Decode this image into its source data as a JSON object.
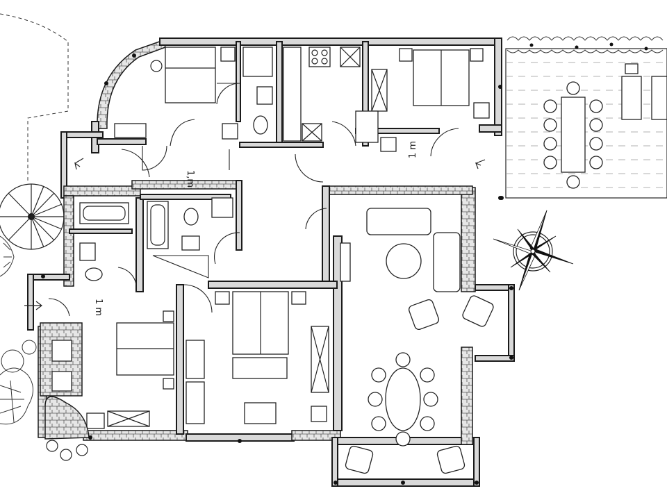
{
  "plan": {
    "labels": {
      "hall_dim_1": "1,m",
      "hall_dim_2": "1 m",
      "hall_dim_3": "1 m"
    }
  }
}
